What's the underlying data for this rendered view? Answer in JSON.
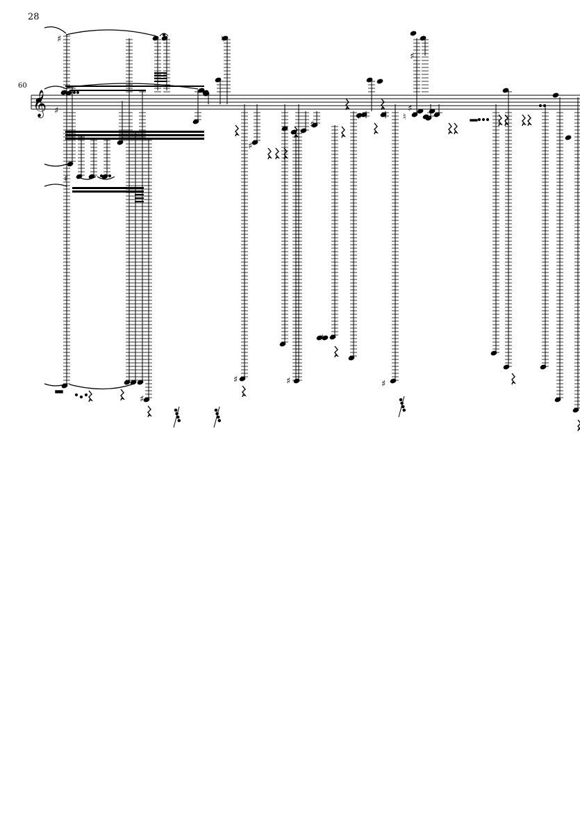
{
  "page": {
    "page_number": "28",
    "measure_number": "60"
  },
  "staff": {
    "clef": "treble",
    "lines": 5,
    "accidentals_shown": [
      "sharp",
      "natural"
    ]
  },
  "colors": {
    "ink": "#000000",
    "paper": "#ffffff"
  }
}
